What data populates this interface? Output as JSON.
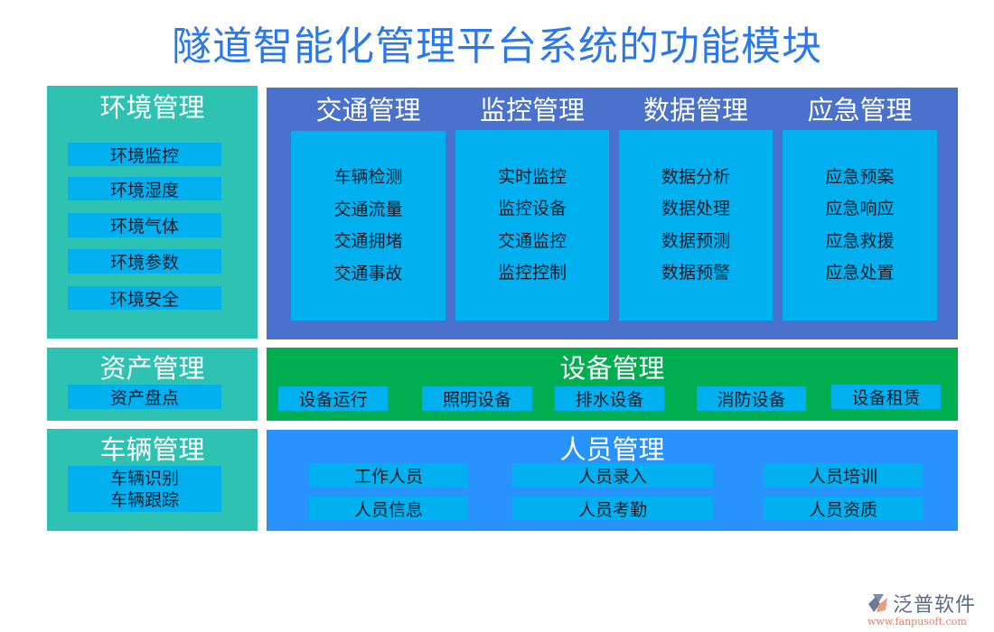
{
  "title": "隧道智能化管理平台系统的功能模块",
  "colors": {
    "title": "#2a78ea",
    "teal_panel": "#2ec2b2",
    "top_panel": "#4a72cc",
    "equipment_panel": "#00ae4f",
    "personnel_panel": "#2993fd",
    "chip": "#00b0ef"
  },
  "environment": {
    "title": "环境管理",
    "items": [
      "环境监控",
      "环境湿度",
      "环境气体",
      "环境参数",
      "环境安全"
    ]
  },
  "top_modules": [
    {
      "title": "交通管理",
      "items": [
        "车辆检测",
        "交通流量",
        "交通拥堵",
        "交通事故"
      ]
    },
    {
      "title": "监控管理",
      "items": [
        "实时监控",
        "监控设备",
        "交通监控",
        "监控控制"
      ]
    },
    {
      "title": "数据管理",
      "items": [
        "数据分析",
        "数据处理",
        "数据预测",
        "数据预警"
      ]
    },
    {
      "title": "应急管理",
      "items": [
        "应急预案",
        "应急响应",
        "应急救援",
        "应急处置"
      ]
    }
  ],
  "asset": {
    "title": "资产管理",
    "items": [
      "资产盘点"
    ]
  },
  "equipment": {
    "title": "设备管理",
    "items": [
      "设备运行",
      "照明设备",
      "排水设备",
      "消防设备",
      "设备租赁"
    ]
  },
  "vehicle": {
    "title": "车辆管理",
    "items": [
      "车辆识别",
      "车辆跟踪"
    ]
  },
  "personnel": {
    "title": "人员管理",
    "items": [
      "工作人员",
      "人员录入",
      "人员培训",
      "人员信息",
      "人员考勤",
      "人员资质"
    ]
  },
  "logo": {
    "name": "泛普软件",
    "url": "www.fanpusoft.com"
  }
}
